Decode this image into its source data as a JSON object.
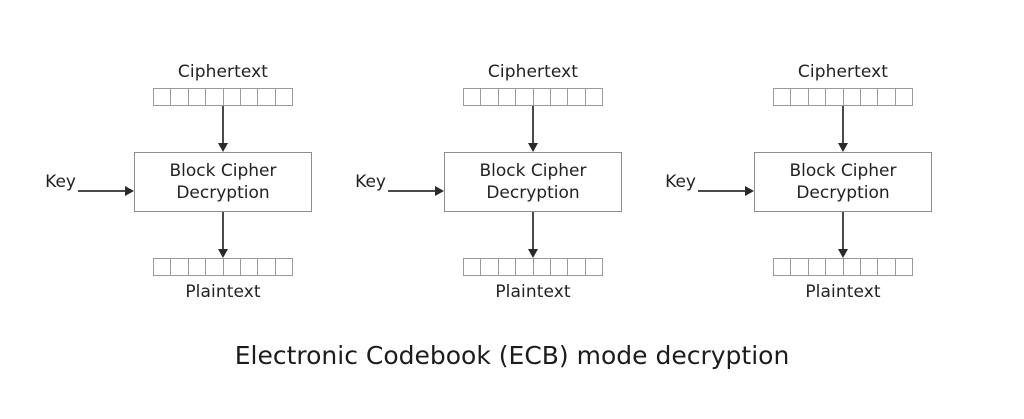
{
  "diagram": {
    "title": "Electronic Codebook (ECB) mode decryption",
    "caption": "Electronic Codebook (ECB) mode decryption",
    "type": "block-cipher-mode-diagram",
    "colors": {
      "background": "#ffffff",
      "text": "#222222",
      "box_border": "#8e8e8e",
      "bar_border": "#9a9a9a",
      "arrow": "#2a2a2a"
    },
    "block_cells": 8,
    "stages": [
      {
        "id": "stage-1",
        "ciphertext_label": "Ciphertext",
        "key_label": "Key",
        "cipher_line_1": "Block Cipher",
        "cipher_line_2": "Decryption",
        "plaintext_label": "Plaintext"
      },
      {
        "id": "stage-2",
        "ciphertext_label": "Ciphertext",
        "key_label": "Key",
        "cipher_line_1": "Block Cipher",
        "cipher_line_2": "Decryption",
        "plaintext_label": "Plaintext"
      },
      {
        "id": "stage-3",
        "ciphertext_label": "Ciphertext",
        "key_label": "Key",
        "cipher_line_1": "Block Cipher",
        "cipher_line_2": "Decryption",
        "plaintext_label": "Plaintext"
      }
    ]
  }
}
